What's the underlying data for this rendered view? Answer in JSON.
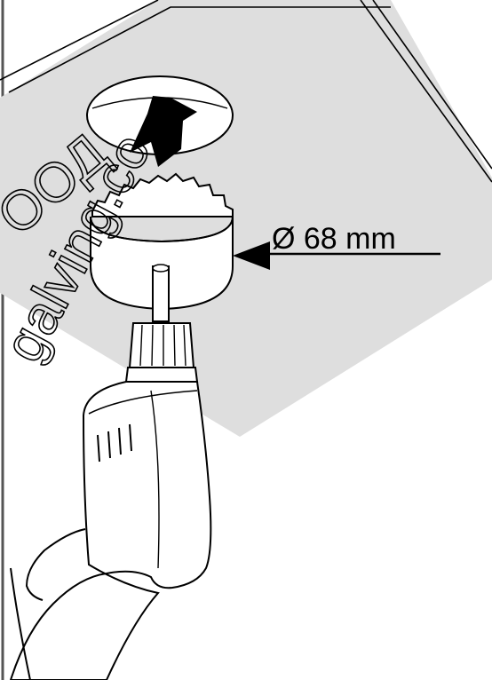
{
  "dimension": {
    "label": "Ø 68 mm"
  },
  "watermark": {
    "line1": "ООД",
    "line2": "galving.co"
  },
  "colors": {
    "panel": "#dedede",
    "line": "#000000",
    "background": "#ffffff"
  }
}
